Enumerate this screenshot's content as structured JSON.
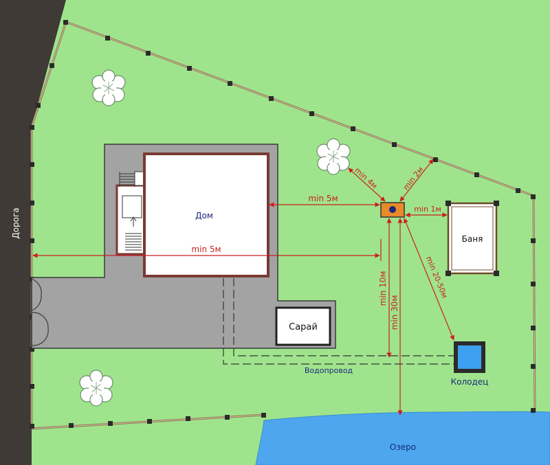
{
  "labels": {
    "road": "Дорога",
    "house": "Дом",
    "shed": "Сарай",
    "bath": "Баня",
    "well": "Колодец",
    "water_pipe": "Водопровод",
    "lake": "Озеро"
  },
  "dimensions": {
    "house_to_tank": "min 5м",
    "road_to_tank": "min 5м",
    "tank_to_bath": "min 1м",
    "tank_to_tree": "min 4м",
    "tank_to_fence": "min 2м",
    "tank_to_well": "min 20-50м",
    "tank_to_pipe": "min 10м",
    "tank_to_lake": "min 30м"
  },
  "colors": {
    "grass": "#9fe48c",
    "road": "#3f3a36",
    "paving": "#a3a3a3",
    "house_wall": "#7a3a33",
    "dimension": "#cc1f1f",
    "fence": "#8b7355",
    "water": "#4da6ee",
    "tank": "#e88a2a"
  }
}
